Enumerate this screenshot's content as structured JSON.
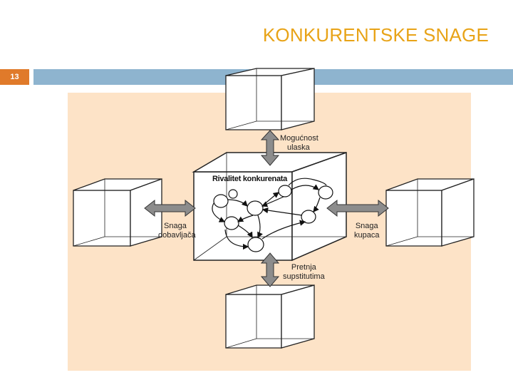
{
  "slide": {
    "title": "KONKURENTSKE SNAGE",
    "number": "13"
  },
  "diagram": {
    "center_label": "Rivalitet konkurenata",
    "entry_label_line1": "Mogućnost",
    "entry_label_line2": "ulaska",
    "suppliers_label_line1": "Snaga",
    "suppliers_label_line2": "dobavljača",
    "buyers_label_line1": "Snaga",
    "buyers_label_line2": "kupaca",
    "substitutes_label_line1": "Pretnja",
    "substitutes_label_line2": "supstitutima"
  },
  "colors": {
    "title": "#e8a317",
    "slide_number_bg": "#e07a2a",
    "header_bar": "#8eb4cf",
    "diagram_bg": "#fde3c7",
    "arrow_fill": "#8c8c8c"
  }
}
